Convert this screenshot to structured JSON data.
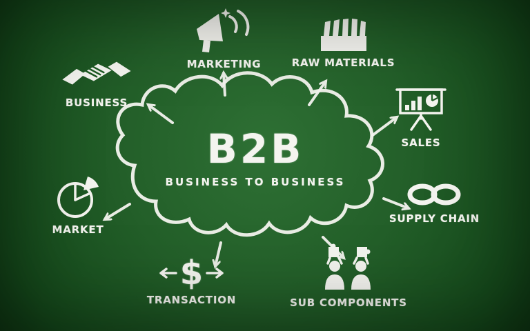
{
  "title": "B2B",
  "subtitle": "BUSINESS TO BUSINESS",
  "nodes": [
    {
      "id": "business",
      "label": "BUSINESS"
    },
    {
      "id": "marketing",
      "label": "MARKETING"
    },
    {
      "id": "raw-materials",
      "label": "RAW MATERIALS"
    },
    {
      "id": "sales",
      "label": "SALES"
    },
    {
      "id": "supply-chain",
      "label": "SUPPLY CHAIN"
    },
    {
      "id": "sub-components",
      "label": "SUB COMPONENTS"
    },
    {
      "id": "transaction",
      "label": "TRANSACTION"
    },
    {
      "id": "market",
      "label": "MARKET"
    }
  ],
  "icons": {
    "transaction_symbol": "$"
  },
  "colors": {
    "chalk": "#f4f4ef",
    "board_light": "#2e7034",
    "board_dark": "#103c15"
  }
}
